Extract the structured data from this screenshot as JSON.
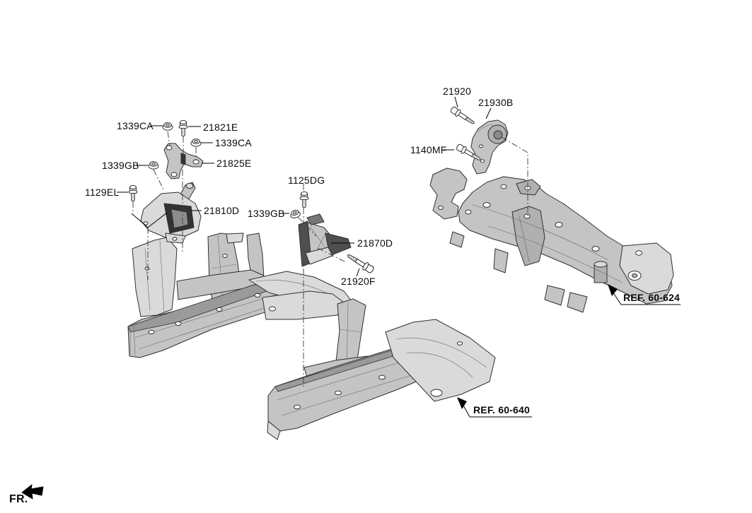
{
  "page": {
    "background_color": "#ffffff"
  },
  "diagram": {
    "part_labels": {
      "nut_1339ca_top": "1339CA",
      "bolt_21821e": "21821E",
      "nut_1339ca_right": "1339CA",
      "nut_1339gb_left": "1339GB",
      "bracket_21825e": "21825E",
      "bolt_1129el": "1129EL",
      "mount_21810d": "21810D",
      "bolt_1125dg": "1125DG",
      "nut_1339gb_mid": "1339GB",
      "mount_21870d": "21870D",
      "bolt_21920f": "21920F",
      "bolt_21920": "21920",
      "bracket_21930b": "21930B",
      "bolt_1140mf": "1140MF"
    },
    "reference_labels": {
      "crossmember_ref": "REF. 60-624",
      "side_member_ref": "REF. 60-640"
    },
    "orientation_marker": {
      "label": "FR."
    },
    "icons": [
      "flange-nut-icon",
      "hex-bolt-icon",
      "front-direction-arrow-icon",
      "leader-arrowhead-icon"
    ],
    "colors": {
      "outline": "#2f2f2f",
      "part_light": "#dadada",
      "part_mid": "#c4c4c4",
      "part_dark": "#4f4f4f",
      "leader_line": "#000000",
      "background": "#ffffff"
    }
  }
}
